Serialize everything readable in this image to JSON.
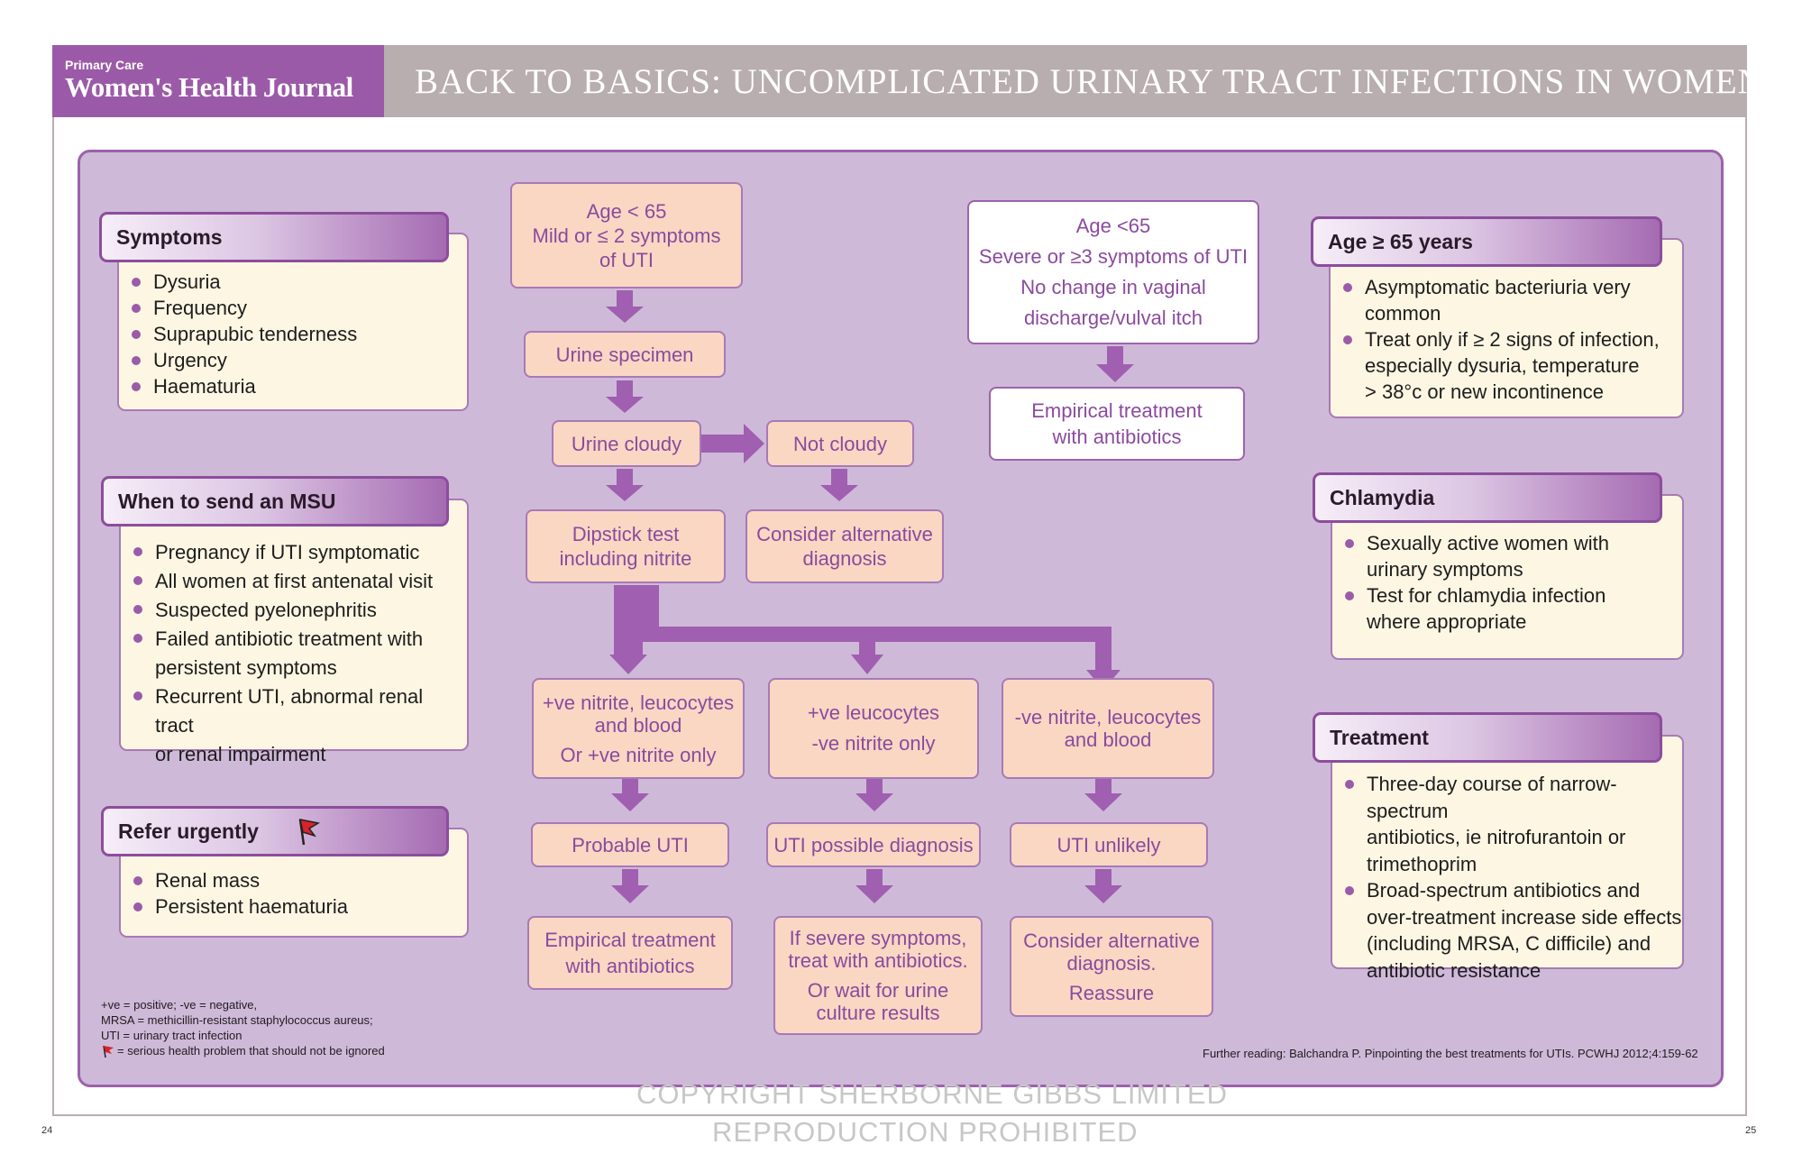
{
  "header": {
    "logo_small": "Primary Care",
    "logo_big": "Women's Health Journal",
    "title": "BACK TO BASICS: UNCOMPLICATED URINARY TRACT INFECTIONS IN WOMEN"
  },
  "left": {
    "symptoms": {
      "title": "Symptoms",
      "items": [
        "Dysuria",
        "Frequency",
        "Suprapubic tenderness",
        "Urgency",
        "Haematuria"
      ]
    },
    "msu": {
      "title": "When to send an MSU",
      "items": [
        "Pregnancy if UTI symptomatic",
        "All women at first antenatal visit",
        "Suspected pyelonephritis",
        "Failed antibiotic treatment with",
        "persistent symptoms",
        "Recurrent UTI, abnormal renal tract",
        "or renal impairment"
      ]
    },
    "refer": {
      "title": "Refer urgently",
      "items": [
        "Renal mass",
        "Persistent haematuria"
      ]
    }
  },
  "flow": {
    "age_mild": [
      "Age < 65",
      "Mild or ≤ 2 symptoms",
      "of UTI"
    ],
    "urine_specimen": "Urine specimen",
    "urine_cloudy": "Urine cloudy",
    "not_cloudy": "Not cloudy",
    "dipstick": [
      "Dipstick test",
      "including nitrite"
    ],
    "alt_diag": [
      "Consider alternative",
      "diagnosis"
    ],
    "age_severe": [
      "Age <65",
      "Severe or ≥3 symptoms of UTI",
      "No change in vaginal",
      "discharge/vulval itch"
    ],
    "empirical_top": [
      "Empirical treatment",
      "with antibiotics"
    ],
    "res1": [
      "+ve nitrite, leucocytes",
      "and blood",
      "Or +ve nitrite only"
    ],
    "res2": [
      "+ve leucocytes",
      "-ve nitrite only"
    ],
    "res3": [
      "-ve nitrite, leucocytes",
      "and blood"
    ],
    "probable": "Probable UTI",
    "possible": "UTI possible diagnosis",
    "unlikely": "UTI unlikely",
    "treat1": [
      "Empirical treatment",
      "with antibiotics"
    ],
    "treat2": [
      "If severe symptoms,",
      "treat with antibiotics.",
      "Or wait for urine",
      "culture results"
    ],
    "treat3": [
      "Consider alternative",
      "diagnosis.",
      "Reassure"
    ]
  },
  "right": {
    "age65": {
      "title": "Age ≥ 65 years",
      "items": [
        "Asymptomatic bacteriuria very",
        "common",
        "Treat only if ≥ 2 signs of infection,",
        "especially dysuria, temperature",
        "> 38°c or new incontinence"
      ]
    },
    "chlamydia": {
      "title": "Chlamydia",
      "items": [
        "Sexually active women with",
        "urinary symptoms",
        "Test for chlamydia infection",
        "where appropriate"
      ]
    },
    "treatment": {
      "title": "Treatment",
      "items": [
        "Three-day course of narrow-spectrum",
        "antibiotics, ie nitrofurantoin or",
        "trimethoprim",
        "Broad-spectrum antibiotics and",
        "over-treatment increase side effects",
        "(including MRSA, C difficile) and",
        "antibiotic resistance"
      ]
    }
  },
  "footnote": [
    "+ve = positive; -ve = negative,",
    "MRSA = methicillin-resistant staphylococcus aureus;",
    "UTI = urinary tract infection",
    "= serious health problem that should not be ignored"
  ],
  "further_reading": "Further reading: Balchandra P. Pinpointing the best treatments for UTIs. PCWHJ 2012;4:159-62",
  "copyright": [
    "COPYRIGHT SHERBORNE GIBBS LIMITED",
    "REPRODUCTION PROHIBITED"
  ],
  "pages": {
    "left": "24",
    "right": "25"
  },
  "colors": {
    "purple": "#9b5aa8",
    "panel": "#cfb9d9",
    "box_peach": "#f9d7c3",
    "box_cream": "#fdf6e3",
    "text_purple": "#8b4a9e"
  }
}
